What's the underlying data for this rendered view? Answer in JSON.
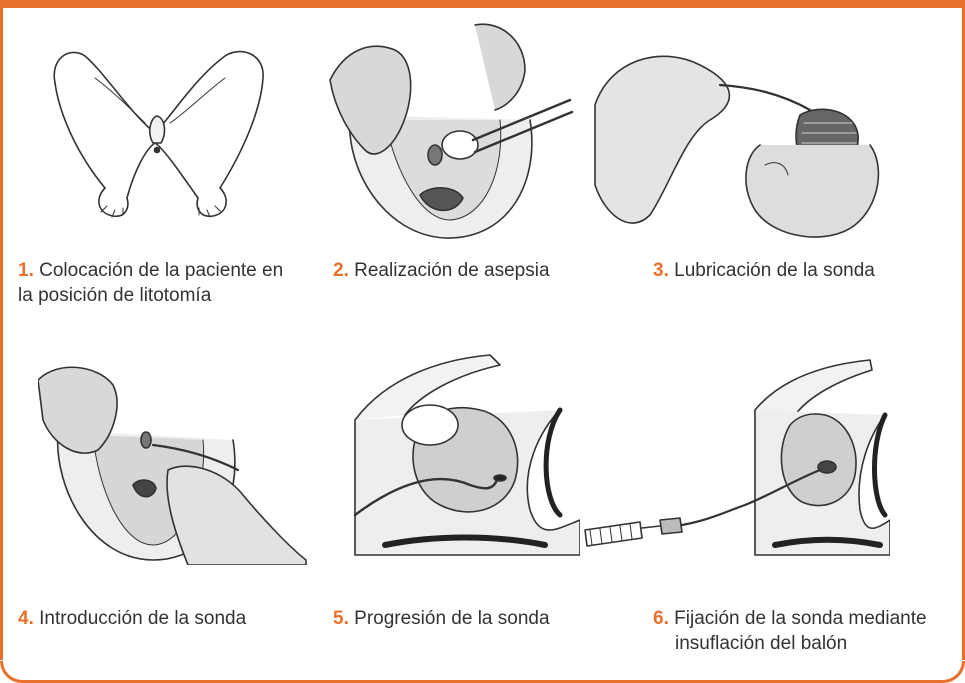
{
  "accent_color": "#e8702a",
  "steps": [
    {
      "number": "1.",
      "line1": "Colocación de la paciente en",
      "line2": "la posición de litotomía"
    },
    {
      "number": "2.",
      "line1": "Realización de asepsia",
      "line2": ""
    },
    {
      "number": "3.",
      "line1": "Lubricación de la sonda",
      "line2": ""
    },
    {
      "number": "4.",
      "line1": "Introducción de la sonda",
      "line2": ""
    },
    {
      "number": "5.",
      "line1": "Progresión de la sonda",
      "line2": ""
    },
    {
      "number": "6.",
      "line1": "Fijación de la sonda mediante",
      "line2": "insuflación del balón"
    }
  ]
}
